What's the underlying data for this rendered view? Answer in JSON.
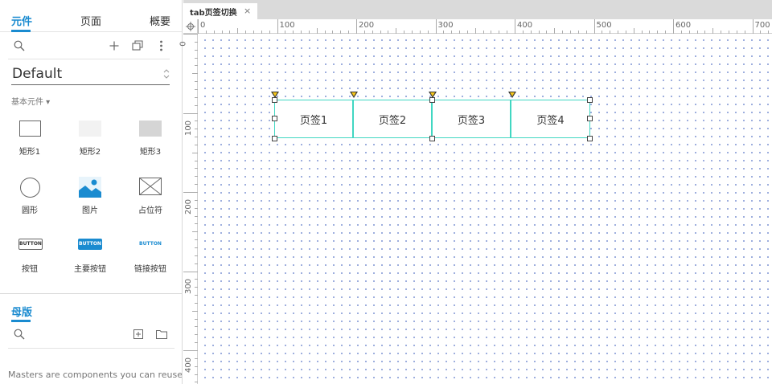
{
  "left_panel": {
    "tabs": [
      {
        "label": "元件",
        "active": true
      },
      {
        "label": "页面",
        "active": false
      },
      {
        "label": "概要",
        "active": false
      }
    ],
    "toolbar_icons": [
      "search-icon",
      "add-icon",
      "copy-icon",
      "more-icon"
    ],
    "library": {
      "selected": "Default"
    },
    "section_label": "基本元件 ▾",
    "widgets": [
      {
        "label": "矩形1",
        "icon": "rectangle-outline-icon"
      },
      {
        "label": "矩形2",
        "icon": "rectangle-light-icon"
      },
      {
        "label": "矩形3",
        "icon": "rectangle-gray-icon"
      },
      {
        "label": "圆形",
        "icon": "circle-icon"
      },
      {
        "label": "图片",
        "icon": "image-icon"
      },
      {
        "label": "占位符",
        "icon": "placeholder-icon"
      },
      {
        "label": "按钮",
        "icon": "button-icon",
        "thumb_text": "BUTTON"
      },
      {
        "label": "主要按钮",
        "icon": "primary-button-icon",
        "thumb_text": "BUTTON"
      },
      {
        "label": "链接按钮",
        "icon": "link-button-icon",
        "thumb_text": "BUTTON"
      }
    ],
    "masters": {
      "title": "母版",
      "icons": [
        "search-icon",
        "add-master-icon",
        "folder-icon"
      ],
      "hint": "Masters are components you can reuse"
    }
  },
  "editor": {
    "document_tab": {
      "name": "tab页签切换",
      "close": "×"
    },
    "ruler_h": [
      "0",
      "100",
      "200",
      "300",
      "400",
      "500",
      "600",
      "700"
    ],
    "ruler_v": [
      "0",
      "100",
      "200",
      "300",
      "400"
    ],
    "tab_widget": {
      "tabs": [
        "页签1",
        "页签2",
        "页签3",
        "页签4"
      ]
    }
  },
  "colors": {
    "accent": "#1a8bd0",
    "selection": "#41d7c2",
    "marker": "#f5c518",
    "grid_dot": "#8b9fd8",
    "primary_button": "#1a8bd0"
  }
}
